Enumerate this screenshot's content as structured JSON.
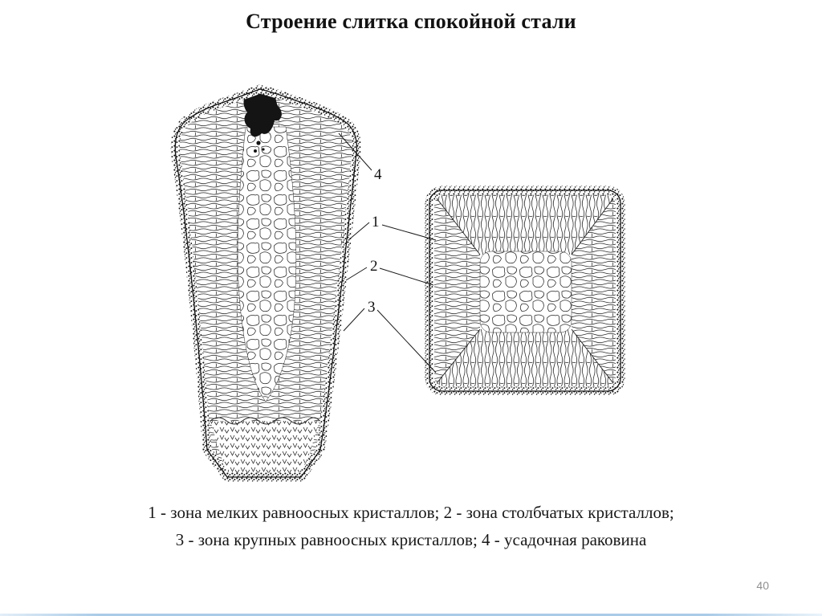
{
  "slide": {
    "title": "Строение слитка спокойной стали",
    "page_number": "40",
    "accent_bottom_bar": "#aacbe7",
    "ink_color": "#1a1a1a",
    "background_color": "#ffffff"
  },
  "figure": {
    "callouts": [
      {
        "text": "4"
      },
      {
        "text": "1"
      },
      {
        "text": "2"
      },
      {
        "text": "3"
      }
    ],
    "legend": {
      "line1": "1 - зона мелких равноосных кристаллов; 2 - зона столбчатых кристаллов;",
      "line2": "3 - зона крупных равноосных кристаллов; 4 - усадочная раковина"
    }
  }
}
